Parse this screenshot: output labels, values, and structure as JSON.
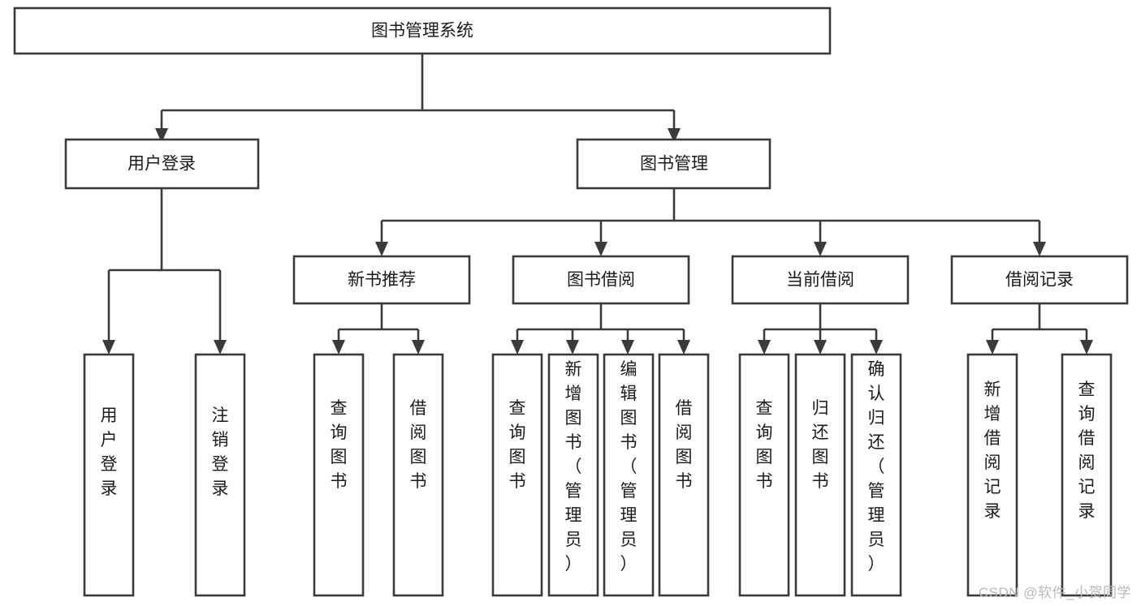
{
  "diagram": {
    "type": "tree",
    "title": "图书管理系统",
    "orientation": "top-down",
    "colors": {
      "box_stroke": "#3a3a3a",
      "box_fill": "#ffffff",
      "connector": "#3a3a3a",
      "text": "#1b1b1b",
      "watermark": "#b9b9b9",
      "background": "#ffffff"
    },
    "root": {
      "label": "图书管理系统"
    },
    "level2": [
      {
        "label": "用户登录"
      },
      {
        "label": "图书管理"
      }
    ],
    "level3": [
      {
        "label": "新书推荐"
      },
      {
        "label": "图书借阅"
      },
      {
        "label": "当前借阅"
      },
      {
        "label": "借阅记录"
      }
    ],
    "leaves": {
      "user_login": [
        {
          "label": "用户登录"
        },
        {
          "label": "注销登录"
        }
      ],
      "new_book_recommend": [
        {
          "label": "查询图书"
        },
        {
          "label": "借阅图书"
        }
      ],
      "book_borrow": [
        {
          "label": "查询图书"
        },
        {
          "label": "新增图书（管理员）"
        },
        {
          "label": "编辑图书（管理员）"
        },
        {
          "label": "借阅图书"
        }
      ],
      "current_borrow": [
        {
          "label": "查询图书"
        },
        {
          "label": "归还图书"
        },
        {
          "label": "确认归还（管理员）"
        }
      ],
      "borrow_records": [
        {
          "label": "新增借阅记录"
        },
        {
          "label": "查询借阅记录"
        }
      ]
    }
  },
  "watermark": {
    "text": "CSDN @软件_小贺同学"
  }
}
